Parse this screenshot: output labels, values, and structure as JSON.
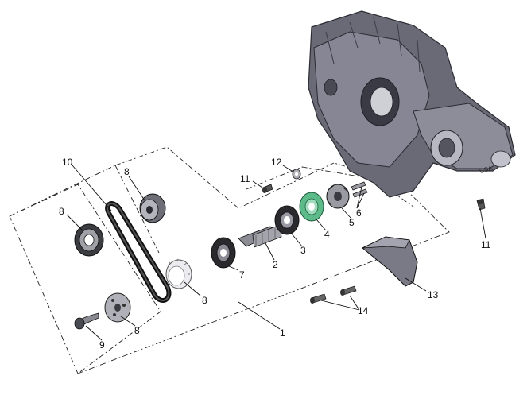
{
  "callouts": {
    "c1": "1",
    "c2": "2",
    "c3": "3",
    "c4": "4",
    "c5": "5",
    "c6": "6",
    "c7": "7",
    "c8a": "8",
    "c8b": "8",
    "c8c": "8",
    "c8d": "8",
    "c9": "9",
    "c10": "10",
    "c11a": "11",
    "c11b": "11",
    "c12": "12",
    "c13": "13",
    "c14": "14"
  },
  "case_stamp": "USA",
  "colors": {
    "case_dark": "#5c5c68",
    "case_mid": "#7d7d8a",
    "case_light": "#a8a8b4",
    "seal_green": "#5dbb8a",
    "metal": "#9a9aa2",
    "bearing_dark": "#2a2a2e"
  }
}
